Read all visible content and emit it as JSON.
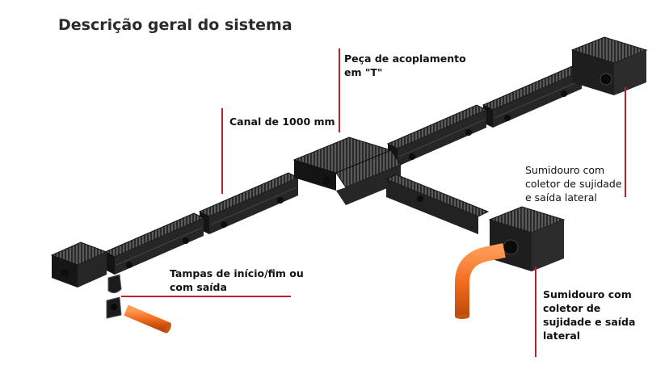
{
  "title": "Descrição geral do sistema",
  "labels": {
    "t_piece": [
      "Peça de acoplamento",
      "em \"T\""
    ],
    "channel": [
      "Canal de 1000 mm"
    ],
    "end_caps": [
      "Tampas de início/fim ou",
      "com saída"
    ],
    "sump_right": [
      "Sumidouro com",
      "coletor de sujidade",
      "e saída lateral"
    ],
    "sump_bottom": [
      "Sumidouro com",
      "coletor de",
      "sujidade e saída",
      "lateral"
    ]
  },
  "colors": {
    "accent": "#b8202a",
    "pipe": "#f26b1d",
    "channel": "#1c1c1c"
  }
}
